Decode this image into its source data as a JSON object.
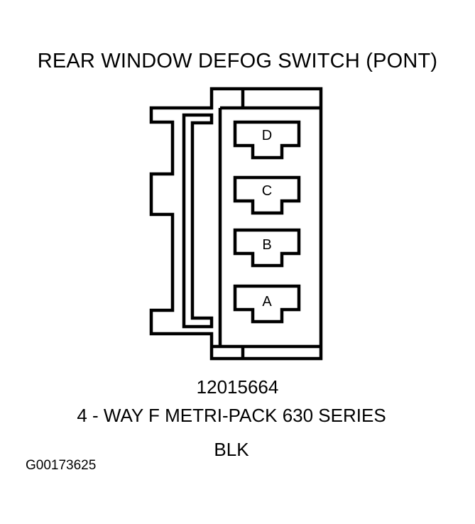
{
  "title": "REAR WINDOW DEFOG SWITCH (PONT)",
  "connector": {
    "pins": [
      {
        "label": "D"
      },
      {
        "label": "C"
      },
      {
        "label": "B"
      },
      {
        "label": "A"
      }
    ]
  },
  "part_number": "12015664",
  "description": "4 - WAY F METRI-PACK 630 SERIES",
  "color": "BLK",
  "figure_id": "G00173625"
}
